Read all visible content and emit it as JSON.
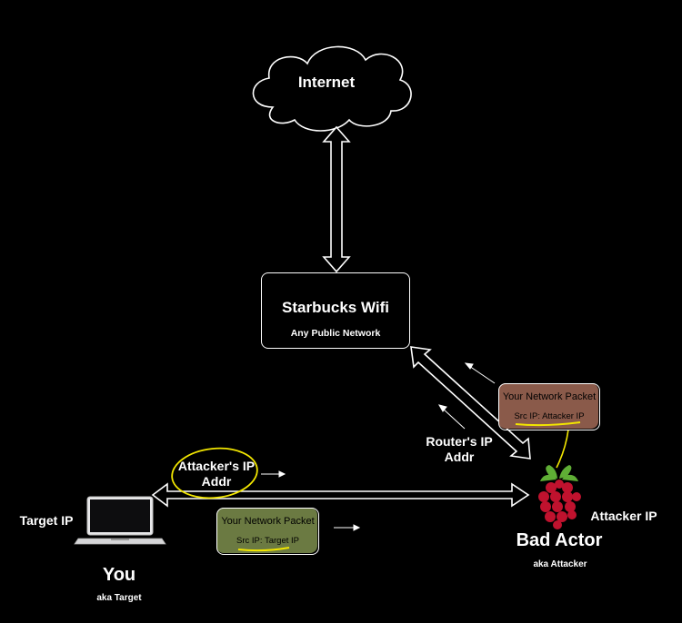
{
  "colors": {
    "background": "#000000",
    "line": "#ffffff",
    "attacker_packet_fill": "#8a5a4a",
    "target_packet_fill": "#6b7a42",
    "highlight": "#f2e600",
    "raspberry_red": "#c0122e",
    "leaf_green": "#5fae35"
  },
  "internet": {
    "label": "Internet"
  },
  "wifi": {
    "title": "Starbucks Wifi",
    "subtitle": "Any Public Network"
  },
  "attacker_packet": {
    "title": "Your Network Packet",
    "src": "Src IP: Attacker IP"
  },
  "target_packet": {
    "title": "Your Network Packet",
    "src": "Src IP: Target IP"
  },
  "router_ip": {
    "line1": "Router's IP",
    "line2": "Addr"
  },
  "attacker_ip_addr": {
    "line1": "Attacker's IP",
    "line2": "Addr"
  },
  "you": {
    "ip_label": "Target IP",
    "name": "You",
    "aka": "aka Target",
    "icon": "laptop-icon"
  },
  "attacker": {
    "ip_label": "Attacker IP",
    "name": "Bad Actor",
    "aka": "aka Attacker",
    "icon": "raspberry-pi-icon"
  }
}
